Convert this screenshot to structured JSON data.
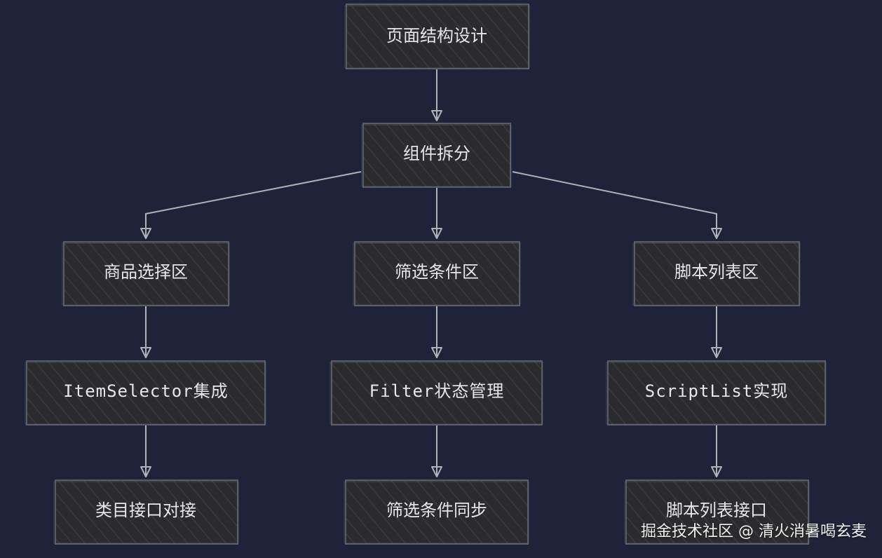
{
  "colors": {
    "background": "#1f2238",
    "node_fill": "#2b2b2d",
    "node_stroke": "#595d63",
    "edge": "#aeb1b6",
    "text": "#e6e7ea"
  },
  "nodes": {
    "page_structure": {
      "label": "页面结构设计"
    },
    "component_split": {
      "label": "组件拆分"
    },
    "product_selection": {
      "label": "商品选择区"
    },
    "filter_conditions": {
      "label": "筛选条件区"
    },
    "script_list_area": {
      "label": "脚本列表区"
    },
    "item_selector": {
      "label": "ItemSelector集成"
    },
    "filter_state": {
      "label": "Filter状态管理"
    },
    "script_list_impl": {
      "label": "ScriptList实现"
    },
    "category_api": {
      "label": "类目接口对接"
    },
    "filter_sync": {
      "label": "筛选条件同步"
    },
    "script_list_api": {
      "label": "脚本列表接口"
    }
  },
  "edges": [
    {
      "from": "页面结构设计",
      "to": "组件拆分"
    },
    {
      "from": "组件拆分",
      "to": "商品选择区"
    },
    {
      "from": "组件拆分",
      "to": "筛选条件区"
    },
    {
      "from": "组件拆分",
      "to": "脚本列表区"
    },
    {
      "from": "商品选择区",
      "to": "ItemSelector集成"
    },
    {
      "from": "筛选条件区",
      "to": "Filter状态管理"
    },
    {
      "from": "脚本列表区",
      "to": "ScriptList实现"
    },
    {
      "from": "ItemSelector集成",
      "to": "类目接口对接"
    },
    {
      "from": "Filter状态管理",
      "to": "筛选条件同步"
    },
    {
      "from": "ScriptList实现",
      "to": "脚本列表接口"
    }
  ],
  "watermark": "掘金技术社区 @ 清火消暑喝玄麦"
}
